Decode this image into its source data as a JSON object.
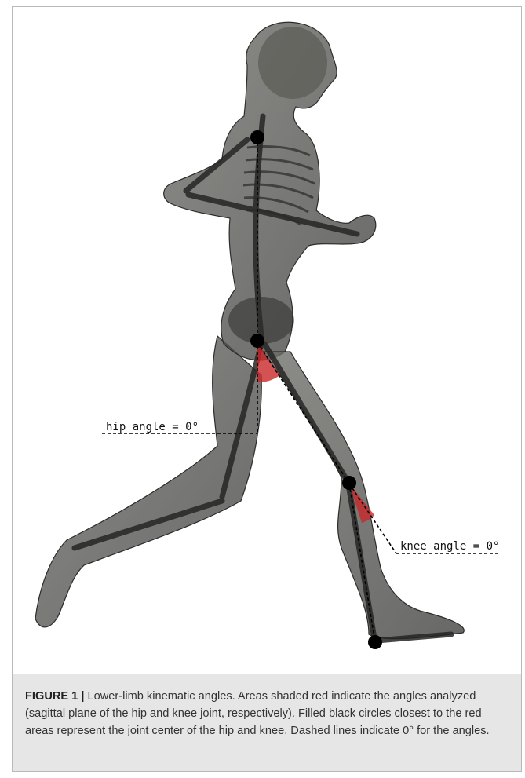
{
  "figure": {
    "hip_label": "hip angle = 0°",
    "knee_label": "knee angle = 0°",
    "colors": {
      "body": "#3f3f3d",
      "bone": "#2e2e2c",
      "angle_fill": "#c8282a",
      "joint": "#000000",
      "caption_bg": "#e6e6e6"
    }
  },
  "caption": {
    "label": "FIGURE 1 |",
    "text": " Lower-limb kinematic angles. Areas shaded red indicate the angles analyzed (sagittal plane of the hip and knee joint, respectively). Filled black circles closest to the red areas represent the joint center of the hip and knee. Dashed lines indicate 0° for the angles."
  }
}
